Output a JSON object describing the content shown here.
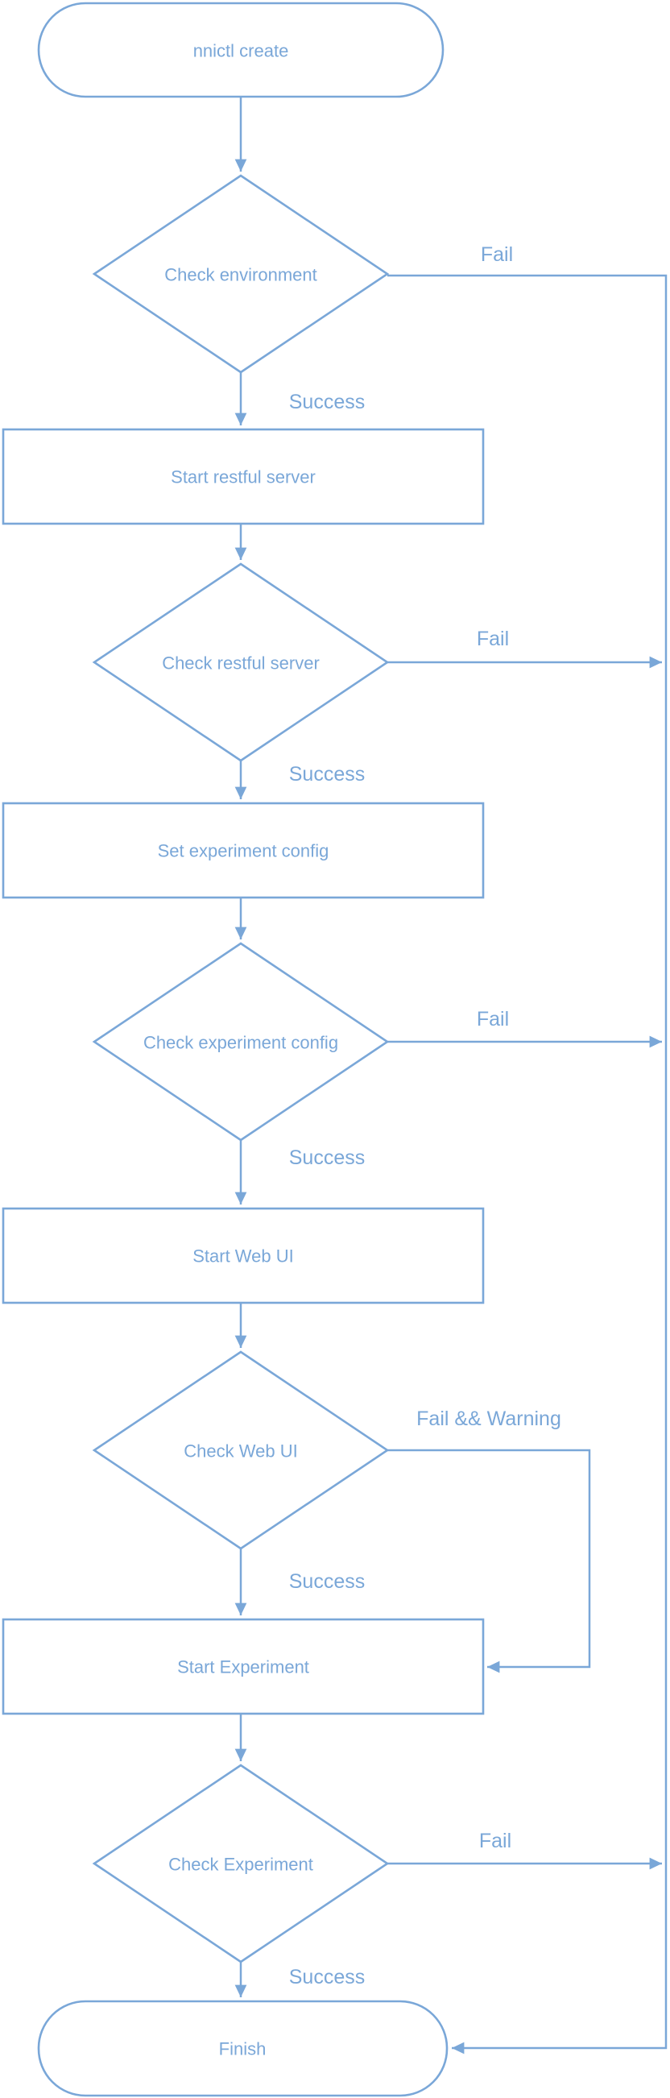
{
  "colors": {
    "stroke": "#7aa7d8",
    "text": "#7aa7d8",
    "fill": "#ffffff"
  },
  "diagram_type": "flowchart",
  "nodes": [
    {
      "id": "start",
      "type": "terminator",
      "label": "nnictl create"
    },
    {
      "id": "check-environment",
      "type": "decision",
      "label": "Check environment"
    },
    {
      "id": "start-restful-server",
      "type": "process",
      "label": "Start restful server"
    },
    {
      "id": "check-restful-server",
      "type": "decision",
      "label": "Check restful server"
    },
    {
      "id": "set-experiment-config",
      "type": "process",
      "label": "Set experiment config"
    },
    {
      "id": "check-experiment-config",
      "type": "decision",
      "label": "Check experiment config"
    },
    {
      "id": "start-web-ui",
      "type": "process",
      "label": "Start Web UI"
    },
    {
      "id": "check-web-ui",
      "type": "decision",
      "label": "Check Web UI"
    },
    {
      "id": "start-experiment",
      "type": "process",
      "label": "Start Experiment"
    },
    {
      "id": "check-experiment",
      "type": "decision",
      "label": "Check Experiment"
    },
    {
      "id": "finish",
      "type": "terminator",
      "label": "Finish"
    }
  ],
  "edges": [
    {
      "from": "start",
      "to": "check-environment",
      "label": ""
    },
    {
      "from": "check-environment",
      "to": "finish",
      "label": "Fail",
      "route": "right-rail"
    },
    {
      "from": "check-environment",
      "to": "start-restful-server",
      "label": "Success"
    },
    {
      "from": "start-restful-server",
      "to": "check-restful-server",
      "label": ""
    },
    {
      "from": "check-restful-server",
      "to": "finish",
      "label": "Fail",
      "route": "right-rail"
    },
    {
      "from": "check-restful-server",
      "to": "set-experiment-config",
      "label": "Success"
    },
    {
      "from": "set-experiment-config",
      "to": "check-experiment-config",
      "label": ""
    },
    {
      "from": "check-experiment-config",
      "to": "finish",
      "label": "Fail",
      "route": "right-rail"
    },
    {
      "from": "check-experiment-config",
      "to": "start-web-ui",
      "label": "Success"
    },
    {
      "from": "start-web-ui",
      "to": "check-web-ui",
      "label": ""
    },
    {
      "from": "check-web-ui",
      "to": "start-experiment",
      "label": "Fail && Warning",
      "route": "loop-right"
    },
    {
      "from": "check-web-ui",
      "to": "start-experiment",
      "label": "Success"
    },
    {
      "from": "start-experiment",
      "to": "check-experiment",
      "label": ""
    },
    {
      "from": "check-experiment",
      "to": "finish",
      "label": "Fail",
      "route": "right-rail"
    },
    {
      "from": "check-experiment",
      "to": "finish",
      "label": "Success"
    }
  ]
}
